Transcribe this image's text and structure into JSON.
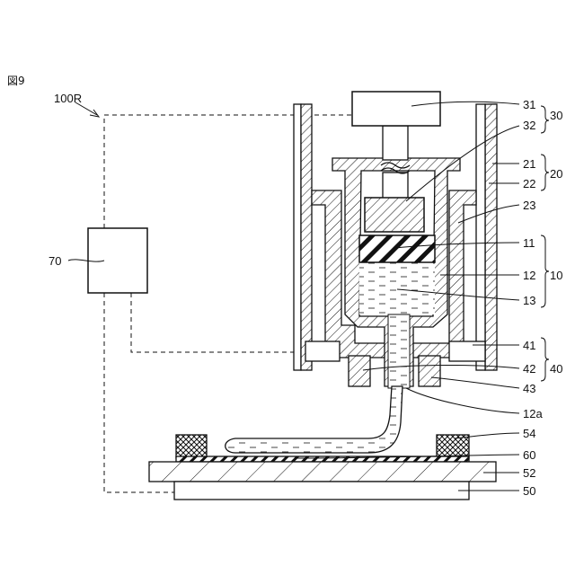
{
  "figure_label": "図9",
  "device_label": "100R",
  "labels": {
    "l31": "31",
    "l30": "30",
    "l32": "32",
    "l21": "21",
    "l22": "22",
    "l20": "20",
    "l23": "23",
    "l11": "11",
    "l12": "12",
    "l10": "10",
    "l13": "13",
    "l41": "41",
    "l42": "42",
    "l40": "40",
    "l43": "43",
    "l12a": "12a",
    "l54": "54",
    "l60": "60",
    "l52": "52",
    "l50": "50",
    "l70": "70"
  }
}
